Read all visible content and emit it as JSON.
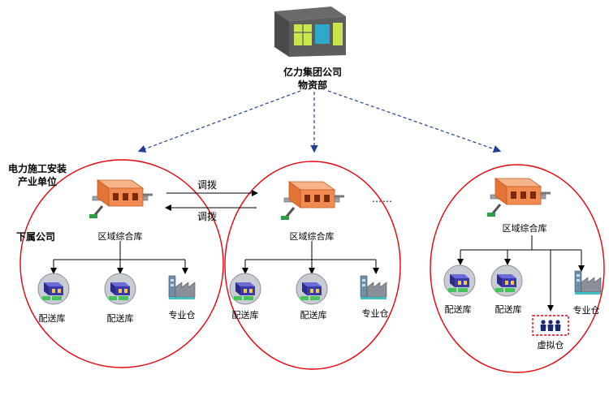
{
  "hq": {
    "line1": "亿力集团公司",
    "line2": "物资部"
  },
  "side_labels": {
    "unit_line1": "电力施工安装",
    "unit_line2": "产业单位",
    "subsidiary": "下属公司"
  },
  "transfer_label": "调拨",
  "ellipsis": "……",
  "groups": [
    {
      "regional": "区域综合库",
      "distribution": [
        "配送库",
        "配送库"
      ],
      "special": "专业仓"
    },
    {
      "regional": "区域综合库",
      "distribution": [
        "配送库",
        "配送库"
      ],
      "special": "专业仓"
    },
    {
      "regional": "区域综合库",
      "distribution": [
        "配送库",
        "配送库"
      ],
      "special": "专业仓",
      "virtual": "虚拟仓"
    }
  ],
  "colors": {
    "ellipse": "#e8000b",
    "dashed_arrow": "#1f3f99",
    "warehouse_roof": "#f28b52",
    "warehouse_body": "#f6a878",
    "depot_purple": "#3a3aa8",
    "depot_green": "#46c25a",
    "virtual_border": "#e8000b",
    "virtual_icon": "#1a2a6c"
  },
  "icons": {
    "hq": "office-building-icon",
    "regional": "warehouse-icon",
    "distribution": "distribution-depot-icon",
    "special": "factory-icon",
    "virtual": "people-icon"
  }
}
